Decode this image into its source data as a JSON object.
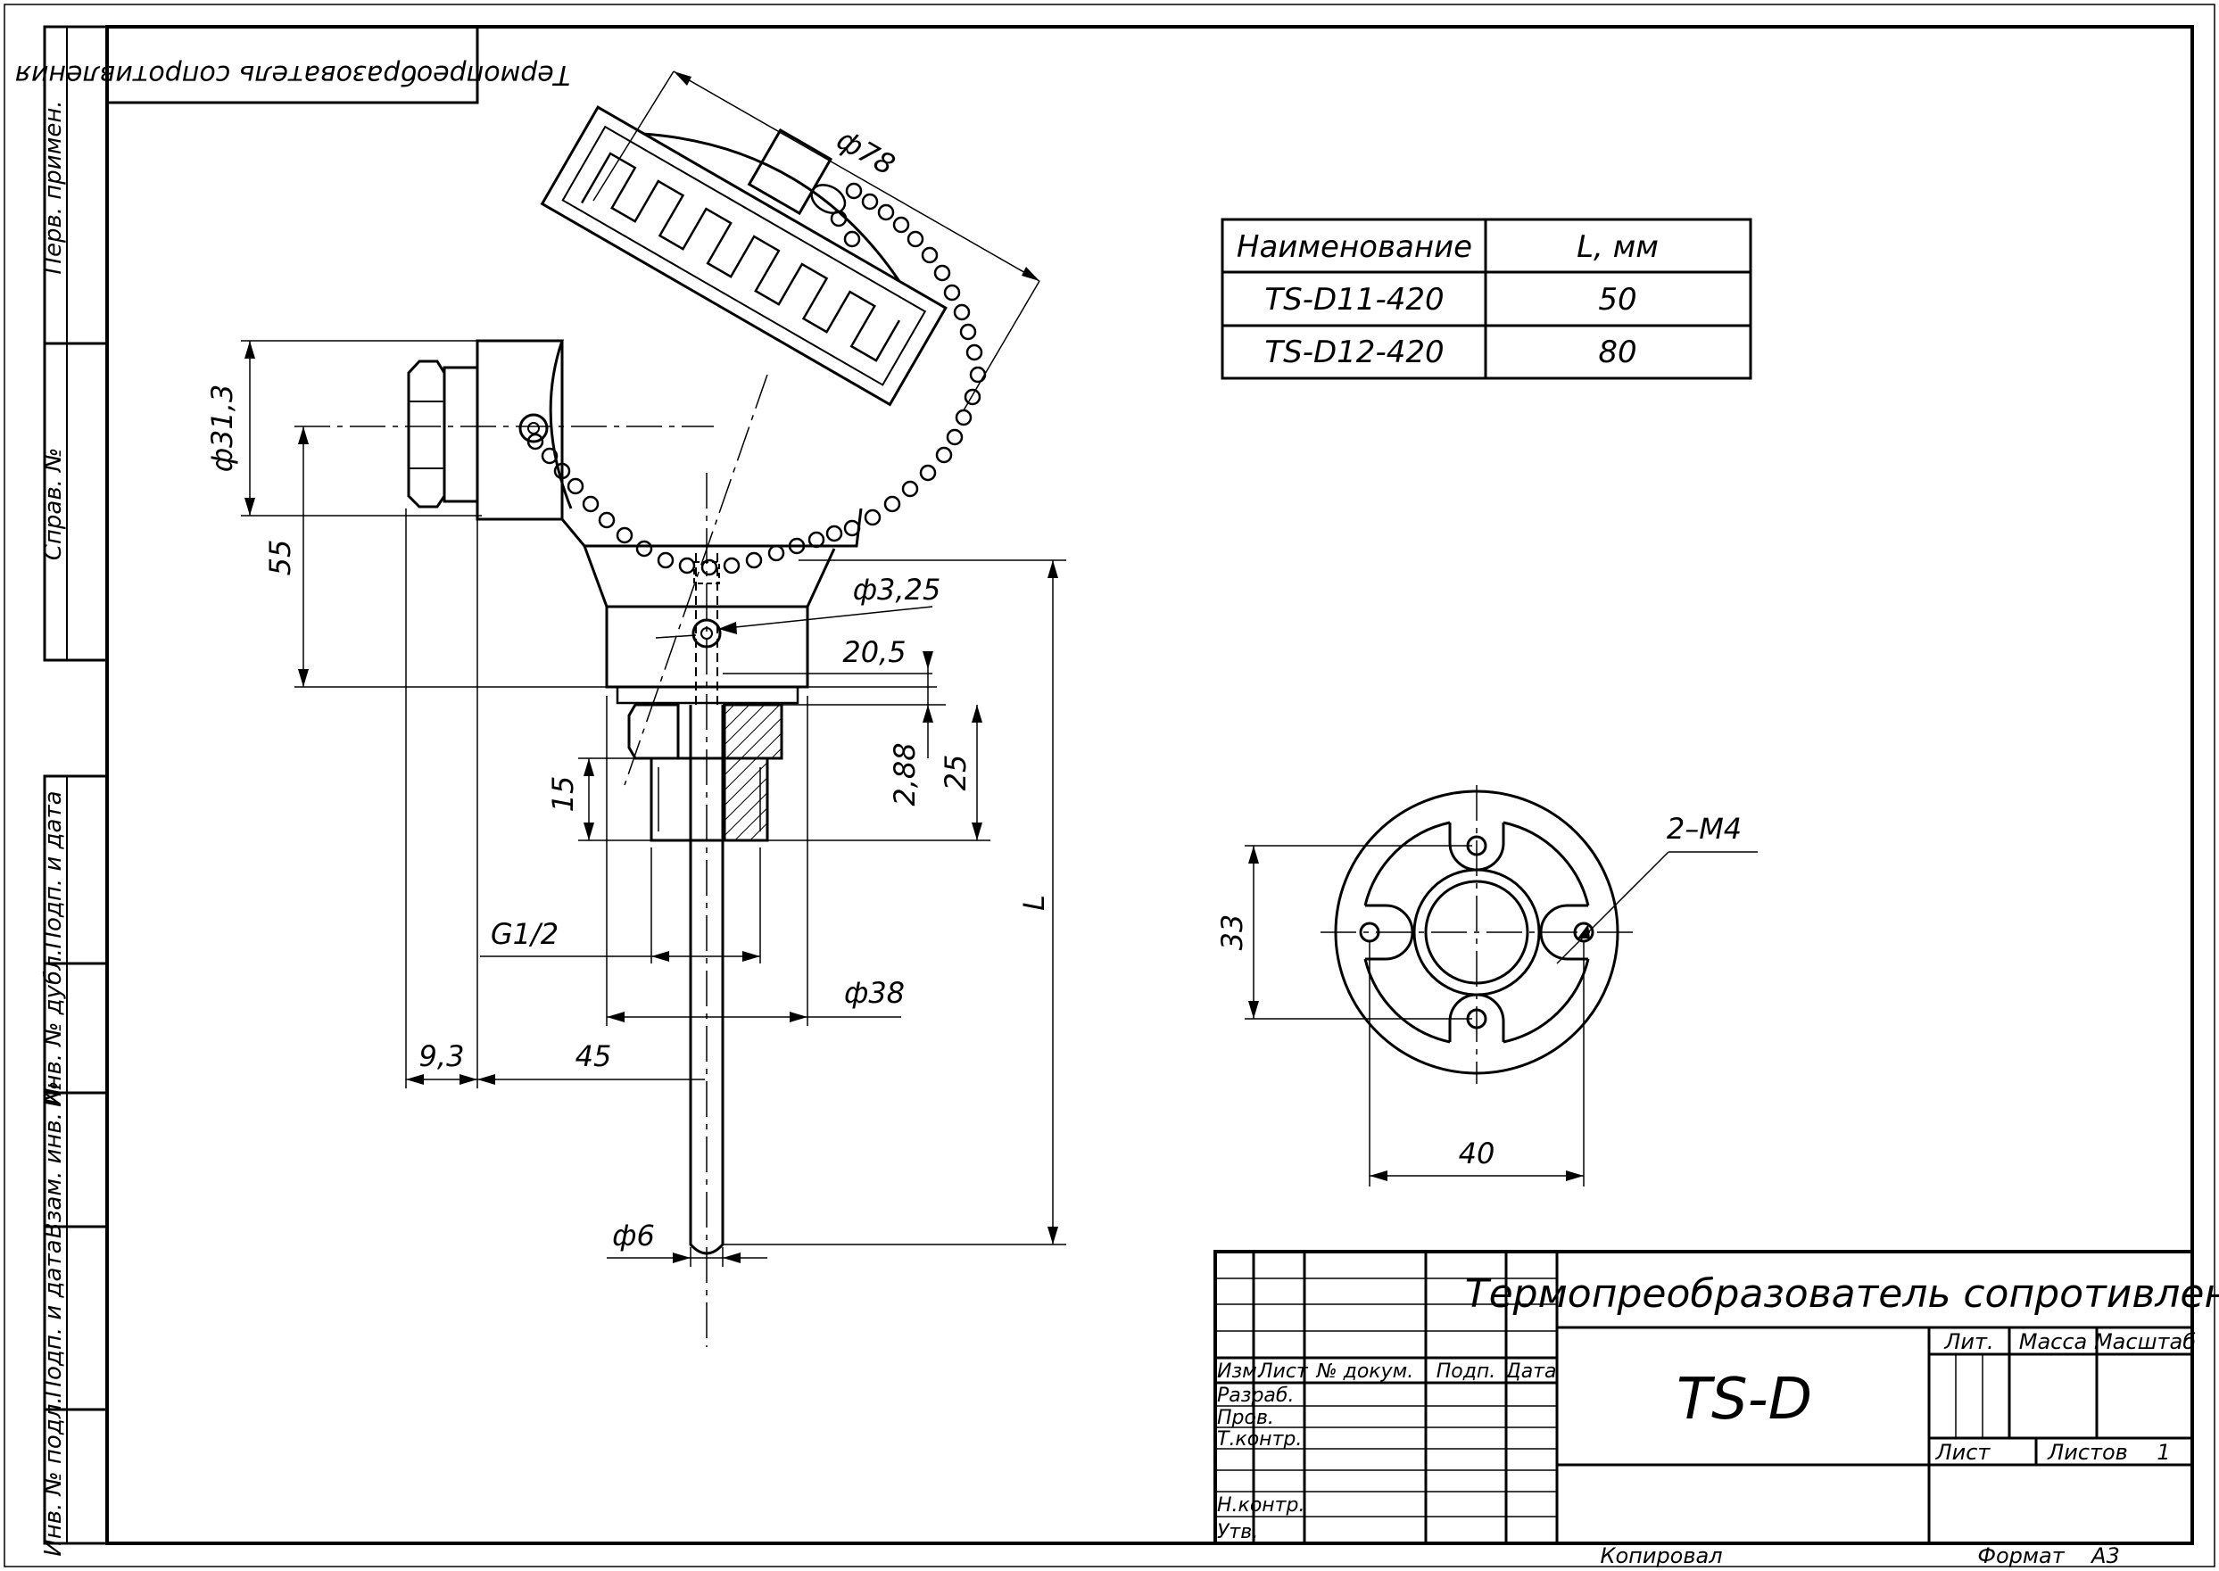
{
  "drawing": {
    "title_mirrored": "Термопреобразователь сопротивления",
    "left_strip": {
      "perv_primen": "Перв. примен.",
      "sprav_no": "Справ. №",
      "podp_data_1": "Подп. и дата",
      "inv_dubl": "Инв. № дубл.",
      "vzam_inv": "Взам. инв. №",
      "podp_data_2": "Подп. и дата",
      "inv_podl": "Инв. № подл."
    },
    "dimensions": {
      "d78": "ф78",
      "d31_3": "ф31,3",
      "d55": "55",
      "d3_25": "ф3,25",
      "d20_5": "20,5",
      "d2_88": "2,88",
      "d25": "25",
      "d15": "15",
      "g1_2": "G1/2",
      "d38": "ф38",
      "d9_3": "9,3",
      "d45": "45",
      "L": "L",
      "d6": "ф6",
      "d33": "33",
      "d40": "40",
      "m4": "2–M4"
    },
    "table": {
      "headers": [
        "Наименование",
        "L, мм"
      ],
      "rows": [
        [
          "TS-D11-420",
          "50"
        ],
        [
          "TS-D12-420",
          "80"
        ]
      ]
    },
    "title_block": {
      "product_title": "Термопреобразователь сопротивления",
      "designation": "TS-D",
      "lit": "Лит.",
      "massa": "Масса",
      "masshtab": "Масштаб",
      "list": "Лист",
      "listov": "Листов",
      "listov_value": "1",
      "izm": "Изм.",
      "list_col": "Лист",
      "ndokum": "№ докум.",
      "podp": "Подп.",
      "data_col": "Дата",
      "razrab": "Разраб.",
      "prov": "Пров.",
      "tkontr": "Т.контр.",
      "nkontr": "Н.контр.",
      "utv": "Утв."
    },
    "footer": {
      "kopiroval": "Копировал",
      "format": "Формат",
      "format_value": "А3"
    }
  }
}
